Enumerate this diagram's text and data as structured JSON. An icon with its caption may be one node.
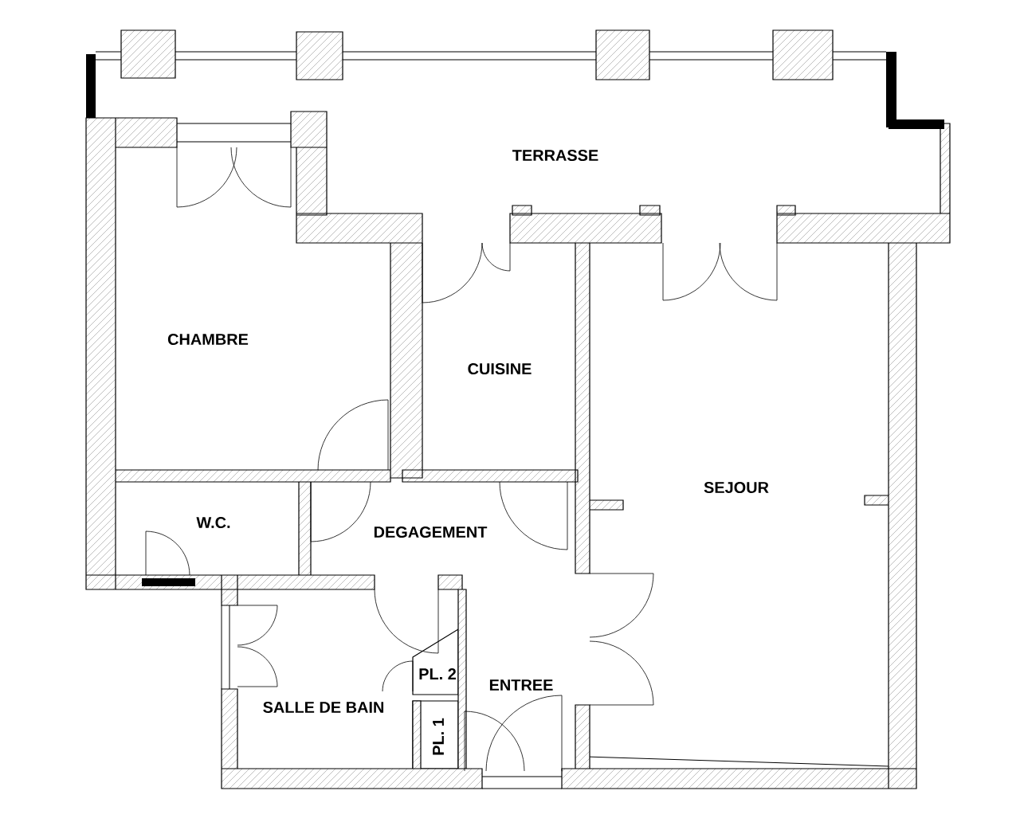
{
  "diagram": {
    "labels": [
      "TERRASSE",
      "CHAMBRE",
      "CUISINE",
      "SEJOUR",
      "W.C.",
      "DEGAGEMENT",
      "SALLE DE BAIN",
      "PL. 2",
      "ENTREE",
      "PL. 1"
    ]
  }
}
